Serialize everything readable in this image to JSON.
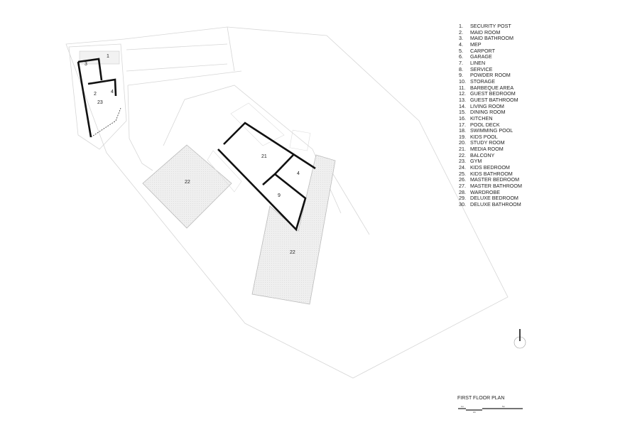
{
  "drawing": {
    "title": "FIRST FLOOR PLAN",
    "scale_bar": [
      "1m",
      "2m",
      "5m"
    ],
    "room_labels": [
      "1",
      "3",
      "2",
      "23",
      "4",
      "21",
      "4",
      "9",
      "22",
      "22"
    ]
  },
  "legend": [
    {
      "num": "1.",
      "name": "SECURITY POST"
    },
    {
      "num": "2.",
      "name": "MAID ROOM"
    },
    {
      "num": "3.",
      "name": "MAID BATHROOM"
    },
    {
      "num": "4.",
      "name": "MEP"
    },
    {
      "num": "5.",
      "name": "CARPORT"
    },
    {
      "num": "6.",
      "name": "GARAGE"
    },
    {
      "num": "7.",
      "name": "LINEN"
    },
    {
      "num": "8.",
      "name": "SERVICE"
    },
    {
      "num": "9.",
      "name": "POWDER ROOM"
    },
    {
      "num": "10.",
      "name": "STORAGE"
    },
    {
      "num": "11.",
      "name": "BARBEQUE AREA"
    },
    {
      "num": "12.",
      "name": "GUEST BEDROOM"
    },
    {
      "num": "13.",
      "name": "GUEST BATHROOM"
    },
    {
      "num": "14.",
      "name": "LIVING ROOM"
    },
    {
      "num": "15.",
      "name": "DINING ROOM"
    },
    {
      "num": "16.",
      "name": "KITCHEN"
    },
    {
      "num": "17.",
      "name": "POOL DECK"
    },
    {
      "num": "18.",
      "name": "SWIMMING POOL"
    },
    {
      "num": "19.",
      "name": "KIDS POOL"
    },
    {
      "num": "20.",
      "name": "STUDY ROOM"
    },
    {
      "num": "21.",
      "name": "MEDIA ROOM"
    },
    {
      "num": "22.",
      "name": "BALCONY"
    },
    {
      "num": "23.",
      "name": "GYM"
    },
    {
      "num": "24.",
      "name": "KIDS BEDROOM"
    },
    {
      "num": "25.",
      "name": "KIDS BATHROOM"
    },
    {
      "num": "26.",
      "name": "MASTER BEDROOM"
    },
    {
      "num": "27.",
      "name": "MASTER BATHROOM"
    },
    {
      "num": "28.",
      "name": "WARDROBE"
    },
    {
      "num": "29.",
      "name": "DELUXE BEDROOM"
    },
    {
      "num": "30.",
      "name": "DELUXE BATHROOM"
    }
  ],
  "colors": {
    "wall": "#111111",
    "outline": "#d0d0d0",
    "hatch": "#ededed"
  }
}
